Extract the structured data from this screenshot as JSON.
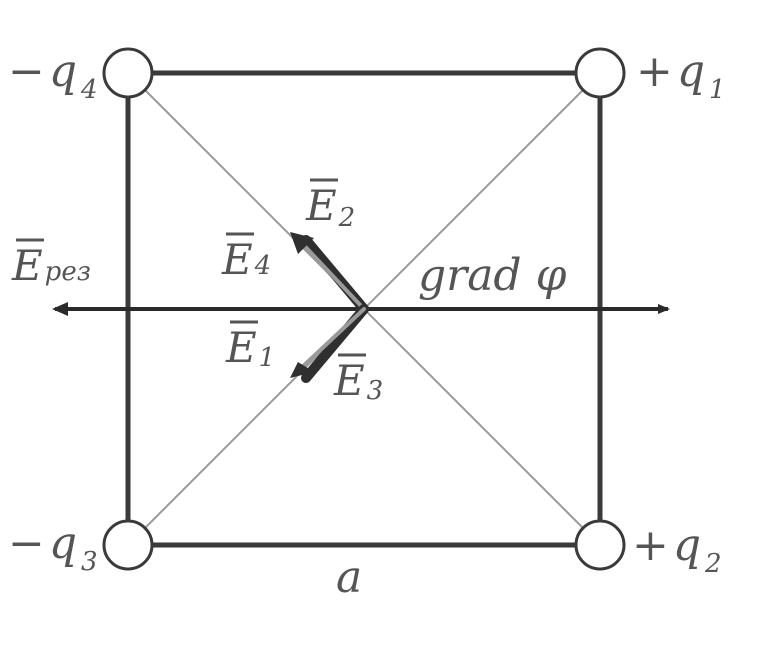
{
  "charges": {
    "top_left": {
      "sign": "−",
      "symbol": "q",
      "index": "4"
    },
    "top_right": {
      "sign": "+",
      "symbol": "q",
      "index": "1"
    },
    "bottom_left": {
      "sign": "−",
      "symbol": "q",
      "index": "3"
    },
    "bottom_right": {
      "sign": "+",
      "symbol": "q",
      "index": "2"
    }
  },
  "vectors": {
    "e1": {
      "symbol": "E",
      "index": "1"
    },
    "e2": {
      "symbol": "E",
      "index": "2"
    },
    "e3": {
      "symbol": "E",
      "index": "3"
    },
    "e4": {
      "symbol": "E",
      "index": "4"
    },
    "e_res": {
      "symbol": "E",
      "index": "рез"
    }
  },
  "grad_label": "grad φ",
  "side_label": "a",
  "colors": {
    "frame": "#3a3a3a",
    "diagonal": "#9a9a9a",
    "axis": "#2a2a2a",
    "vector": "#2f2f2f",
    "text": "#555555"
  }
}
